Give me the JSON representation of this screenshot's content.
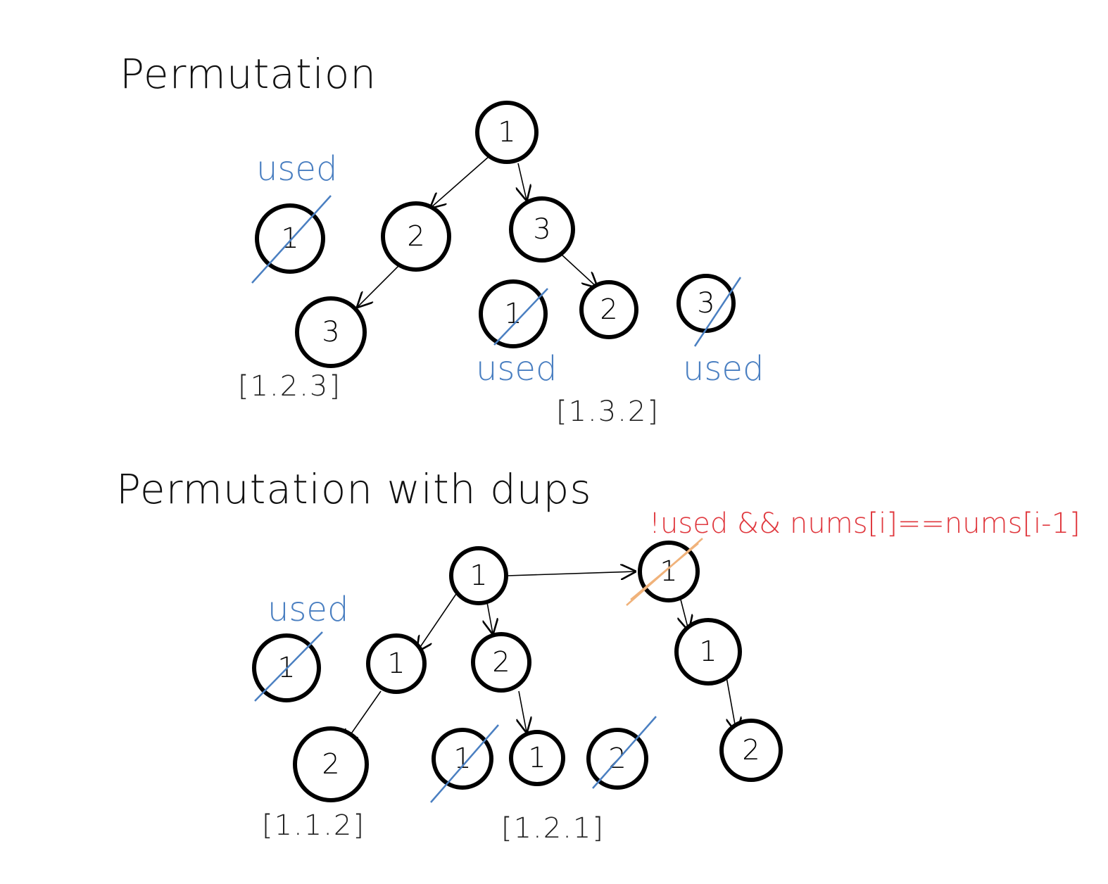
{
  "diagram": {
    "title_permutation": "Permutation",
    "title_dups": "Permutation with dups",
    "condition": "!used && nums[i]==nums[i-1]",
    "colors": {
      "ink": "#000000",
      "used_label": "#4a7fc1",
      "strike": "#4a7fc1",
      "condition": "#e0383e",
      "strike_orange": "#f0b27a"
    },
    "tree1": {
      "nodes": [
        "1",
        "1",
        "2",
        "3",
        "3",
        "1",
        "2",
        "3"
      ],
      "used_labels": [
        "used",
        "used",
        "used"
      ],
      "results": [
        "[1.2.3]",
        "[1.3.2]"
      ]
    },
    "tree2": {
      "nodes": [
        "1",
        "1",
        "1",
        "2",
        "1",
        "2",
        "1",
        "1",
        "2",
        "1",
        "2"
      ],
      "used_labels": [
        "used"
      ],
      "results": [
        "[1.1.2]",
        "[1.2.1]"
      ]
    }
  }
}
